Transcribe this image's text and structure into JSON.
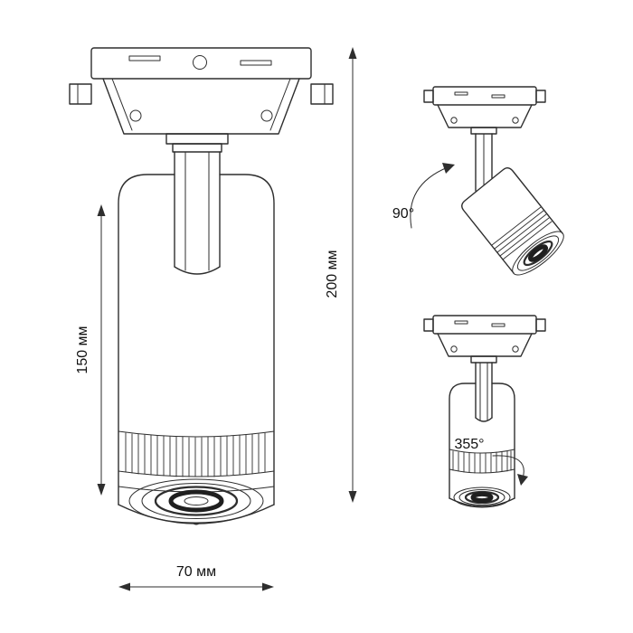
{
  "page": {
    "background": "#ffffff"
  },
  "colors": {
    "line": "#2e2e2e",
    "text": "#111111"
  },
  "labels": {
    "dim_height_body": "150 мм",
    "dim_height_total": "200 мм",
    "dim_width": "70 мм",
    "tilt_angle": "90°",
    "rotation_angle": "355°"
  }
}
